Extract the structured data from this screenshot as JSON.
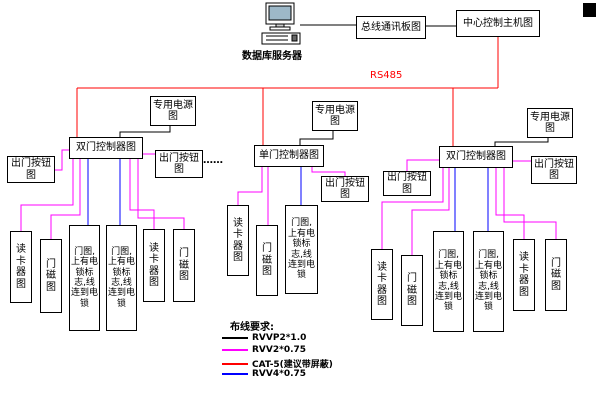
{
  "header": {
    "server_label": "数据库服务器",
    "bus_board_label": "总线通讯板图",
    "central_host_label": "中心控制主机图",
    "rs485_label": "RS485"
  },
  "labels": {
    "power": "专用电源图",
    "exit_button": "出门按钮图",
    "card_reader": "读卡器图",
    "door_magnet": "门磁图",
    "door_lock": "门图,上有电锁标志,线连到电锁",
    "ellipsis": "……"
  },
  "controllers": [
    {
      "label": "双门控制器图"
    },
    {
      "label": "单门控制器图"
    },
    {
      "label": "双门控制器图"
    }
  ],
  "legend": {
    "title": "布线要求:",
    "items": [
      {
        "label": "RVVP2*1.0",
        "color": "#000000"
      },
      {
        "label": "RVV2*0.75",
        "color": "#ff00ff"
      },
      {
        "label": "CAT-5(建议带屏蔽)",
        "color": "#ff0000"
      },
      {
        "label": "RVV4*0.75",
        "color": "#0000ff"
      }
    ]
  },
  "colors": {
    "rs485_bus": "#ff0000",
    "power_line": "#000000",
    "signal_line": "#ff00ff",
    "lock_line": "#0000ff"
  }
}
